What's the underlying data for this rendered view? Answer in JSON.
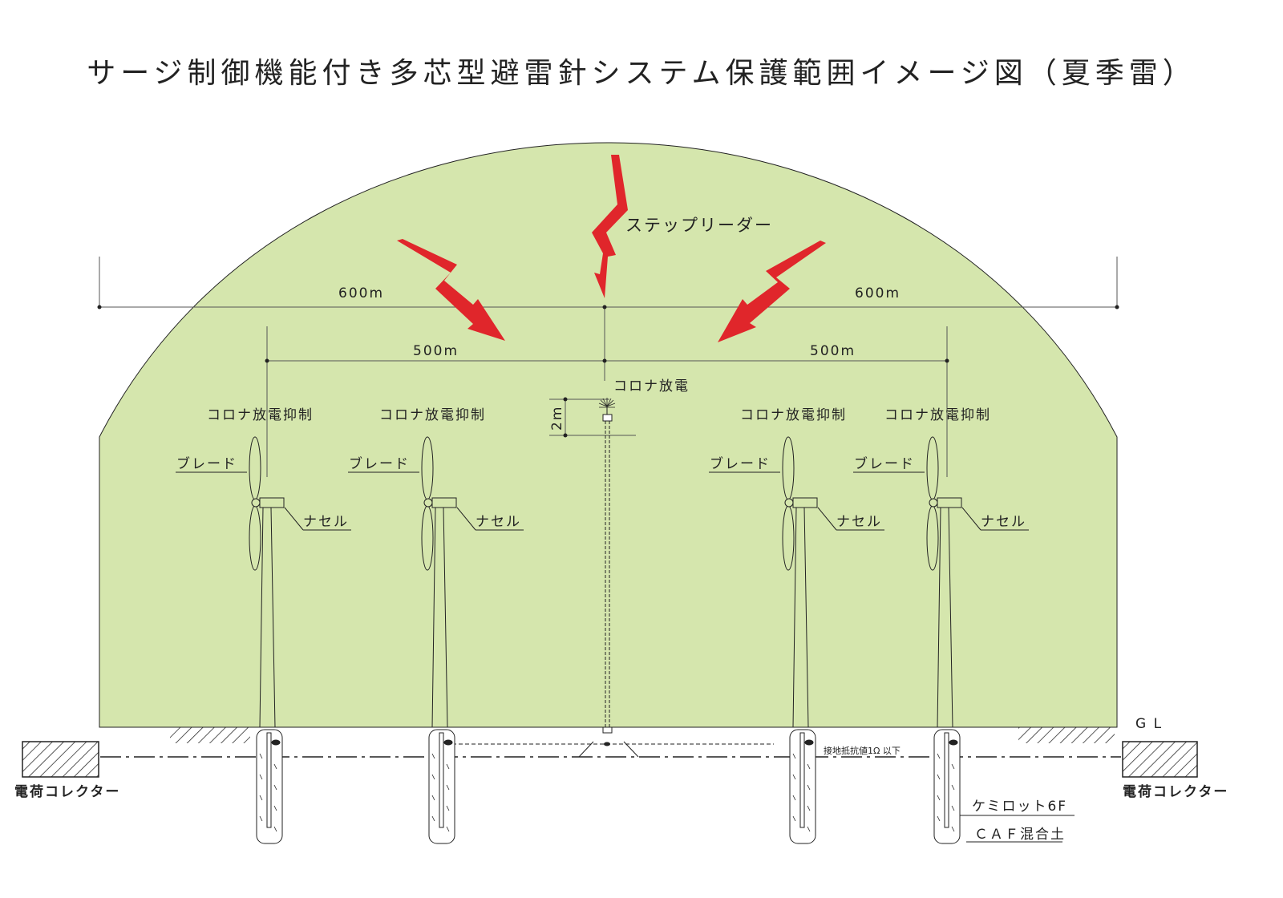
{
  "title": "サージ制御機能付き多芯型避雷針システム保護範囲イメージ図（夏季雷）",
  "colors": {
    "protection_zone": "#d5e6ad",
    "lightning": "#e0262b",
    "line": "#222222"
  },
  "labels": {
    "step_leader": "ステップリーダー",
    "dist_600_left": "600m",
    "dist_600_right": "600m",
    "dist_500_left": "500m",
    "dist_500_right": "500m",
    "corona_discharge": "コロナ放電",
    "height_2m": "2m",
    "ground_level": "G L",
    "charge_collector_left": "電荷コレクター",
    "charge_collector_right": "電荷コレクター",
    "ground_resistance": "接地抵抗値1Ω 以下",
    "chemirod": "ケミロット6F",
    "caf_soil": "ＣＡＦ混合土"
  },
  "turbines": [
    {
      "corona": "コロナ放電抑制",
      "blade": "ブレード",
      "nacelle": "ナセル"
    },
    {
      "corona": "コロナ放電抑制",
      "blade": "ブレード",
      "nacelle": "ナセル"
    },
    {
      "corona": "コロナ放電抑制",
      "blade": "ブレード",
      "nacelle": "ナセル"
    },
    {
      "corona": "コロナ放電抑制",
      "blade": "ブレード",
      "nacelle": "ナセル"
    }
  ]
}
